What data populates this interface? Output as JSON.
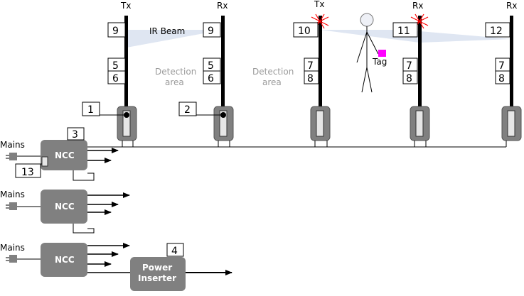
{
  "pillars": [
    {
      "label": "Tx"
    },
    {
      "label": "Rx"
    },
    {
      "label": "Tx"
    },
    {
      "label": "Rx"
    },
    {
      "label": "Rx"
    }
  ],
  "beam_label": "IR Beam",
  "detection_label_line1": "Detection",
  "detection_label_line2": "area",
  "tag_label": "Tag",
  "mains_label": "Mains",
  "ncc_label": "NCC",
  "power_inserter_line1": "Power",
  "power_inserter_line2": "Inserter",
  "callouts": {
    "c1": "1",
    "c2": "2",
    "c3": "3",
    "c4": "4",
    "c5": "5",
    "c6": "6",
    "c7": "7",
    "c8": "8",
    "c9": "9",
    "c10": "10",
    "c11": "11",
    "c12": "12",
    "c13": "13"
  },
  "colors": {
    "pillar": "#000000",
    "box_grey": "#808080",
    "beam": "#dfe6f2",
    "tag": "#ff00ff",
    "alarm": "#ff0000"
  }
}
